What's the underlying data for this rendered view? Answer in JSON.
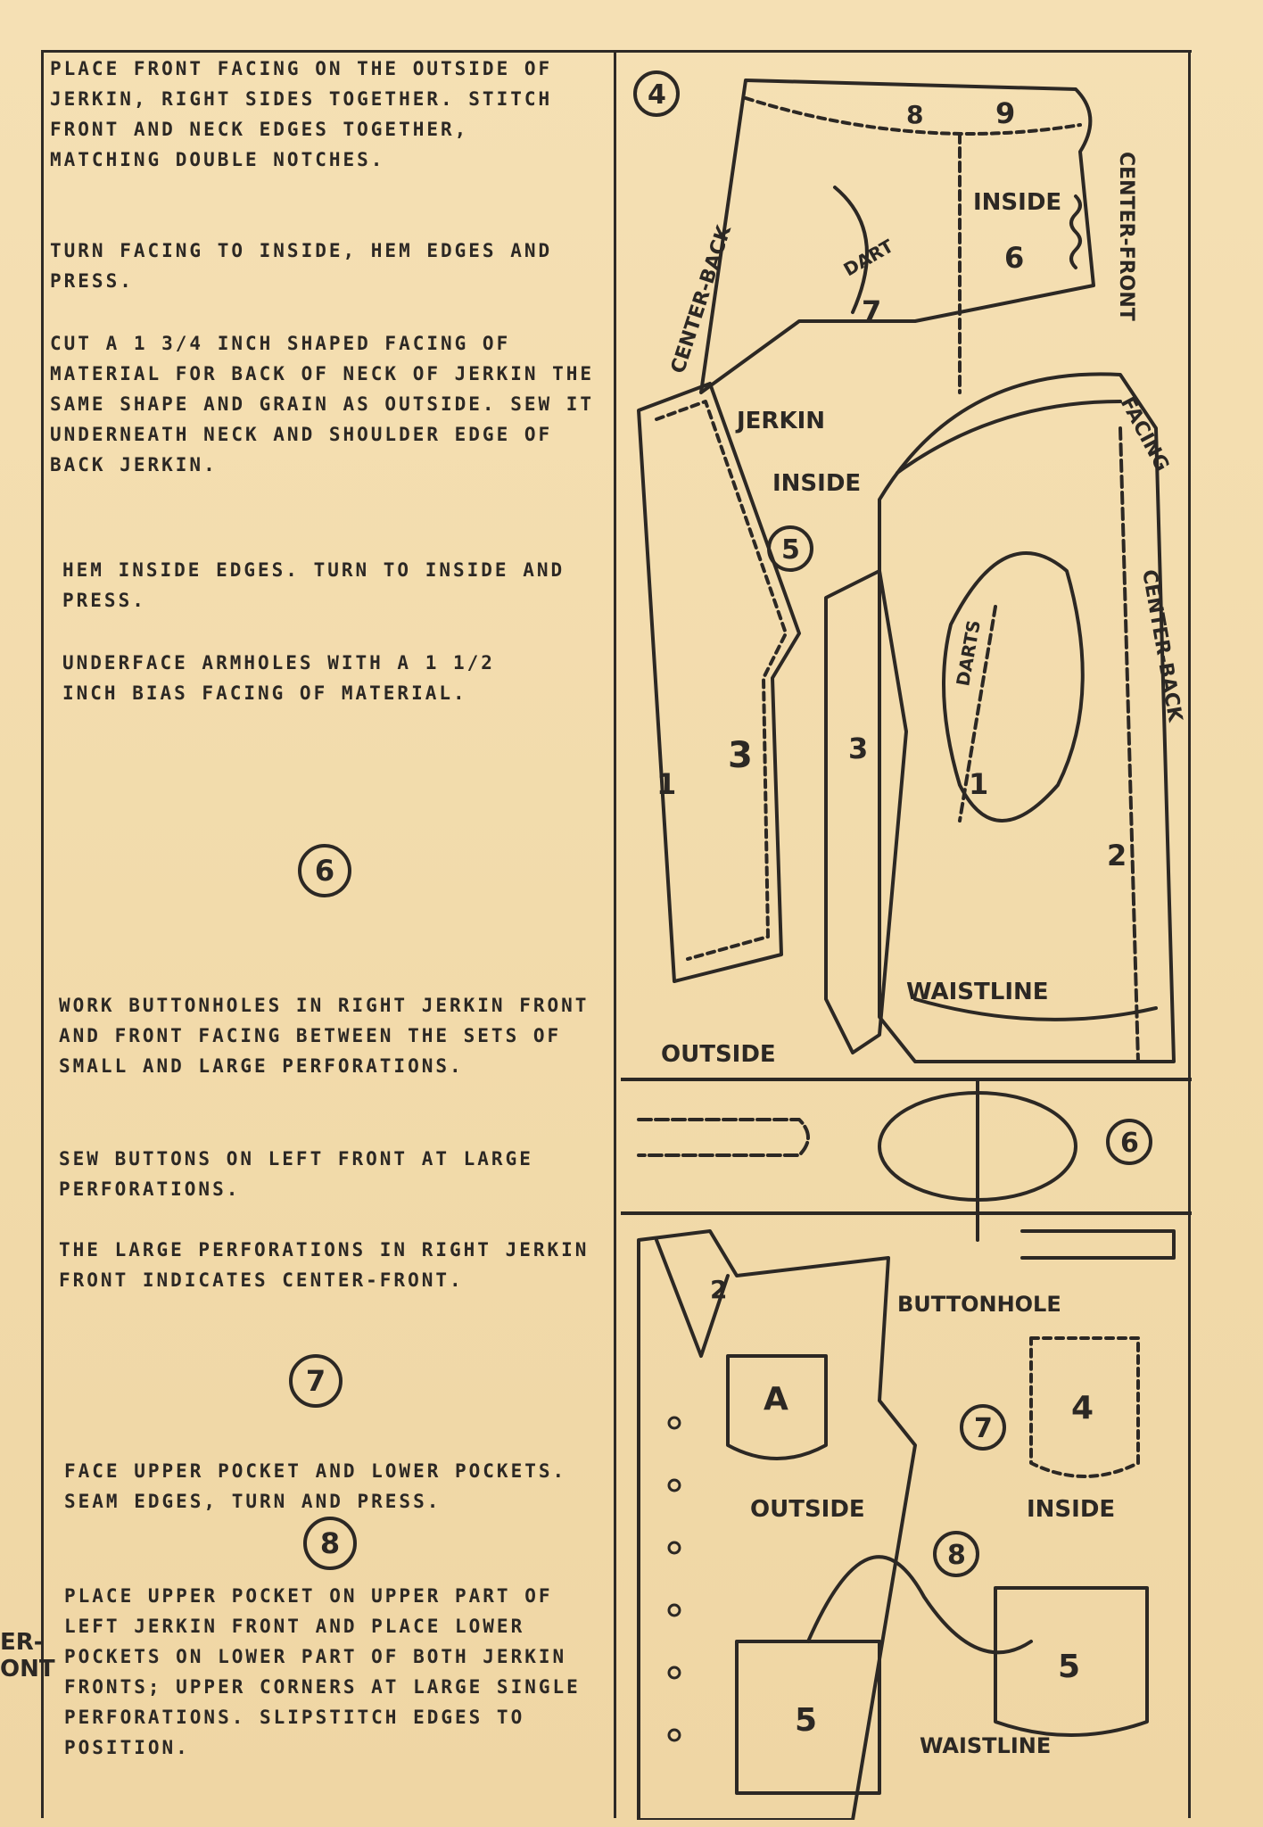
{
  "instructions": [
    {
      "text": "Place front facing on the outside of jerkin, right sides together. Stitch front and neck edges together, matching double notches."
    },
    {
      "text": "Turn facing to inside, hem edges and press."
    },
    {
      "text": "Cut a 1 3/4 inch shaped facing of material for back of neck of jerkin the same shape and grain as outside. Sew it underneath neck and shoulder edge of back jerkin."
    },
    {
      "text": "Hem inside edges. Turn to inside and press."
    },
    {
      "text": "Underface armholes with a 1 1/2 inch bias facing of material."
    },
    {
      "text": "Work buttonholes in right jerkin front and front facing between the sets of small and large perforations."
    },
    {
      "text": "Sew buttons on left front at large perforations."
    },
    {
      "text": "The large perforations in right jerkin front indicates center-front."
    },
    {
      "text": "Face upper pocket and lower pockets. Seam edges, turn and press."
    },
    {
      "text": "Place upper pocket on upper part of left jerkin front and place lower pockets on lower part of both jerkin fronts; upper corners at large single perforations. Slipstitch edges to position."
    }
  ],
  "step_numbers": {
    "six": "6",
    "seven": "7",
    "eight": "8"
  },
  "edge_fragment": {
    "line1": "ER-",
    "line2": "ONT"
  },
  "diagram": {
    "step4": "4",
    "step5": "5",
    "step6": "6",
    "step7": "7",
    "step8": "8",
    "center_back_top": "CENTER-BACK",
    "center_front_top": "CENTER-FRONT",
    "inside_top": "INSIDE",
    "dart": "DART",
    "jerkin": "JERKIN",
    "inside_mid": "INSIDE",
    "facing": "FACING",
    "darts": "DARTS",
    "center_back_mid": "CENTER-BACK",
    "waistline_mid": "WAISTLINE",
    "outside_mid": "OUTSIDE",
    "buttonhole": "BUTTONHOLE",
    "pocket_a": "A",
    "pocket_4": "4",
    "outside_low": "OUTSIDE",
    "inside_low": "INSIDE",
    "pocket_5_left": "5",
    "pocket_5_right": "5",
    "waistline_low": "WAISTLINE",
    "piece_num_6": "6",
    "piece_num_7": "7",
    "piece_num_1": "1",
    "piece_num_3a": "3",
    "piece_num_3b": "3",
    "piece_num_2": "2",
    "piece_num_1b": "1",
    "piece_num_2b": "2",
    "piece_num_8": "8",
    "piece_num_9": "9"
  }
}
